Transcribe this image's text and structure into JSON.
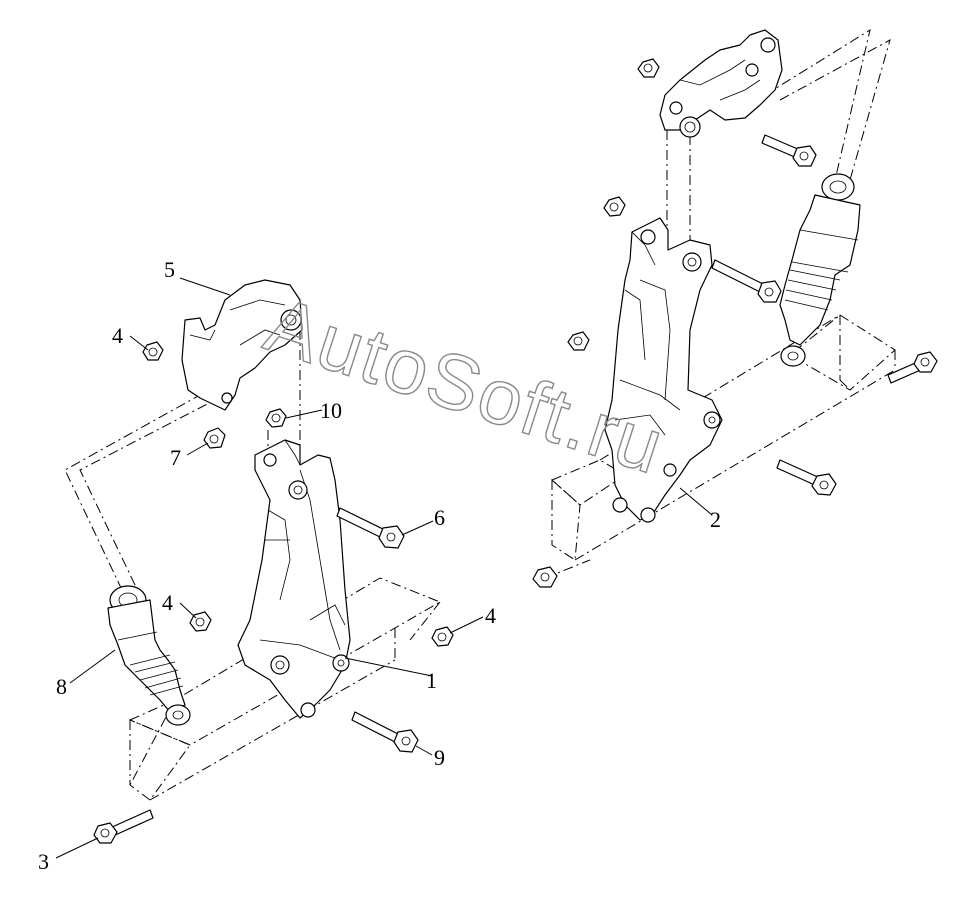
{
  "watermark": {
    "text": "AutoSoft.ru"
  },
  "callouts": [
    {
      "id": "1",
      "label": "1"
    },
    {
      "id": "2",
      "label": "2"
    },
    {
      "id": "3",
      "label": "3"
    },
    {
      "id": "4a",
      "label": "4"
    },
    {
      "id": "4b",
      "label": "4"
    },
    {
      "id": "4c",
      "label": "4"
    },
    {
      "id": "5",
      "label": "5"
    },
    {
      "id": "6",
      "label": "6"
    },
    {
      "id": "7",
      "label": "7"
    },
    {
      "id": "8",
      "label": "8"
    },
    {
      "id": "9",
      "label": "9"
    },
    {
      "id": "10",
      "label": "10"
    }
  ]
}
